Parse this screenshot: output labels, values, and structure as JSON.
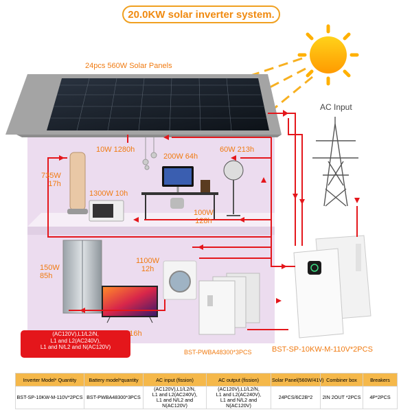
{
  "title": "20.0KW solar inverter system.",
  "labels": {
    "solar_panels": "24pcs 560W Solar Panels",
    "ac_input": "AC Input",
    "light": "10W 1280h",
    "monitor": "200W 64h",
    "fan": "60W 213h",
    "tower_fan": "735W\n17h",
    "microwave": "1300W 10h",
    "speaker": "100W\n128h",
    "fridge": "150W\n85h",
    "washer": "1100W\n12h",
    "tv": "110W 116h",
    "battery_model": "BST-PWBA48300*3PCS",
    "inverter_model": "BST-SP-10KW-M-110V*2PCS"
  },
  "wiring_note": [
    "(AC120V),L1/L2/N,",
    "L1 and L2(AC240V),",
    "L1 and N/L2 and N(AC120V)"
  ],
  "table": {
    "headers": [
      "Inverter Model* Quantity",
      "Battery model*quantity",
      "AC input (fission)",
      "AC output (fission)",
      "Solar Panel(560W/41V)",
      "Combiner box",
      "Breakers"
    ],
    "row": [
      "BST-SP-10KW-M-110V*2PCS",
      "BST-PWBA48300*3PCS",
      "(AC120V),L1/L2/N,\nL1 and L2(AC240V),\nL1 and N/L2 and N(AC120V)",
      "(AC120V),L1/L2/N,\nL1 and L2(AC240V),\nL1 and N/L2 and N(AC120V)",
      "24PCS/6C2B*2",
      "2IN 2OUT *2PCS",
      "4P*2PCS"
    ]
  },
  "colors": {
    "accent": "#f07a10",
    "wire": "#e4161b",
    "header": "#f5b84a",
    "house": "#ecdcef"
  }
}
